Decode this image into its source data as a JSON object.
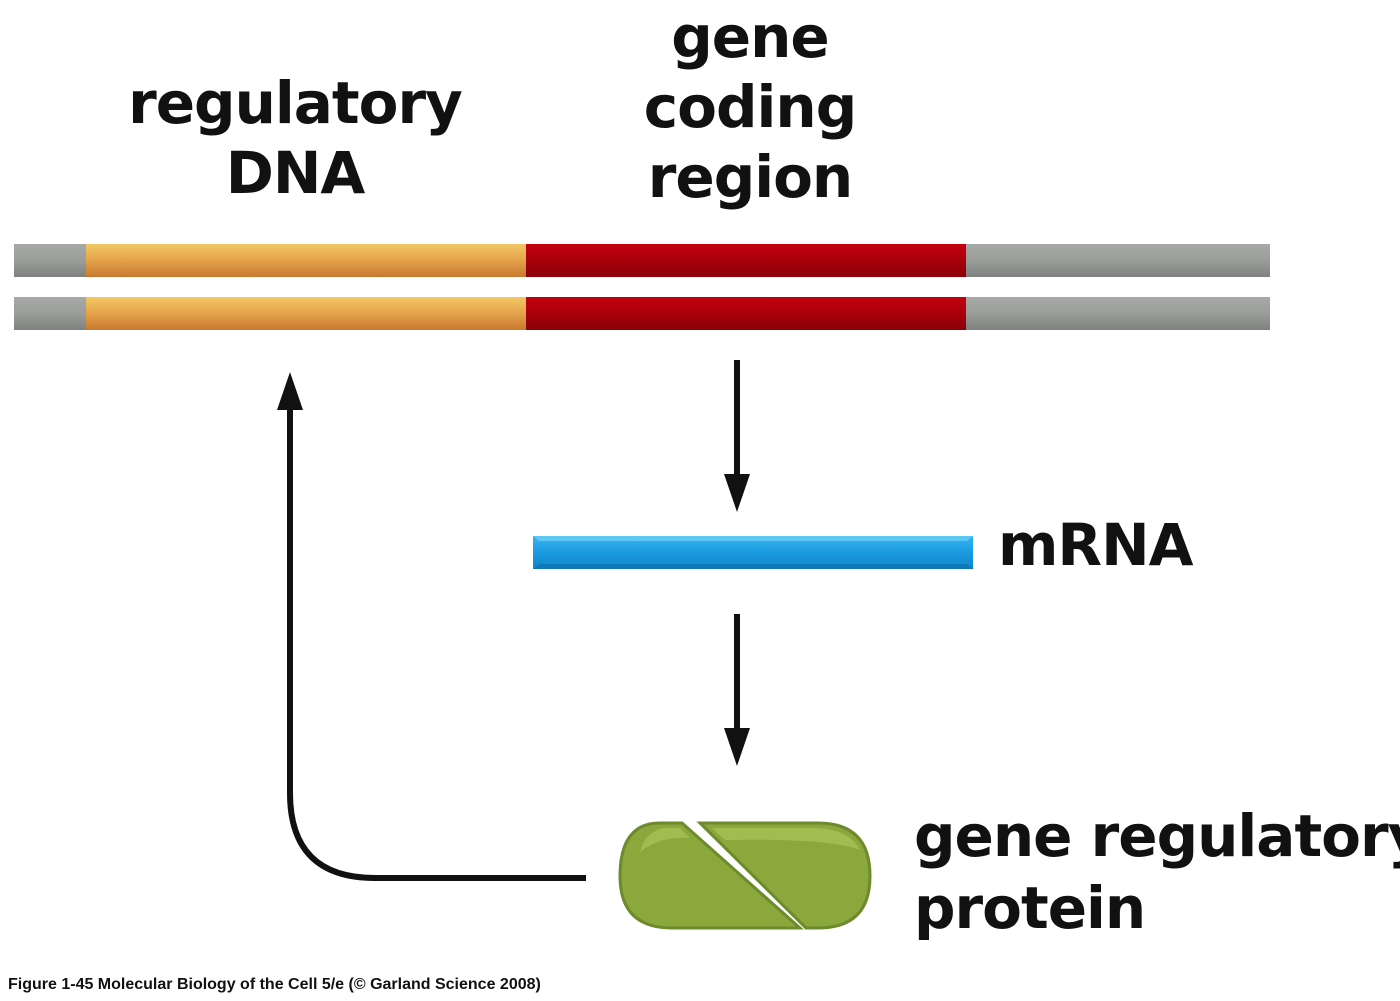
{
  "labels": {
    "regulatory_dna": [
      "regulatory",
      "DNA"
    ],
    "gene_coding_region": [
      "gene",
      "coding",
      "region"
    ],
    "mrna": "mRNA",
    "gene_regulatory_protein": [
      "gene regulatory",
      "protein"
    ]
  },
  "caption": "Figure 1-45  Molecular Biology of the Cell 5/e (© Garland Science 2008)",
  "colors": {
    "dna_flank": "#9a9d9a",
    "regulatory_region": "#e8a84a",
    "coding_region": "#b0000c",
    "mrna": "#1a9be0",
    "protein": "#8aa83c",
    "arrows": "#111111"
  }
}
